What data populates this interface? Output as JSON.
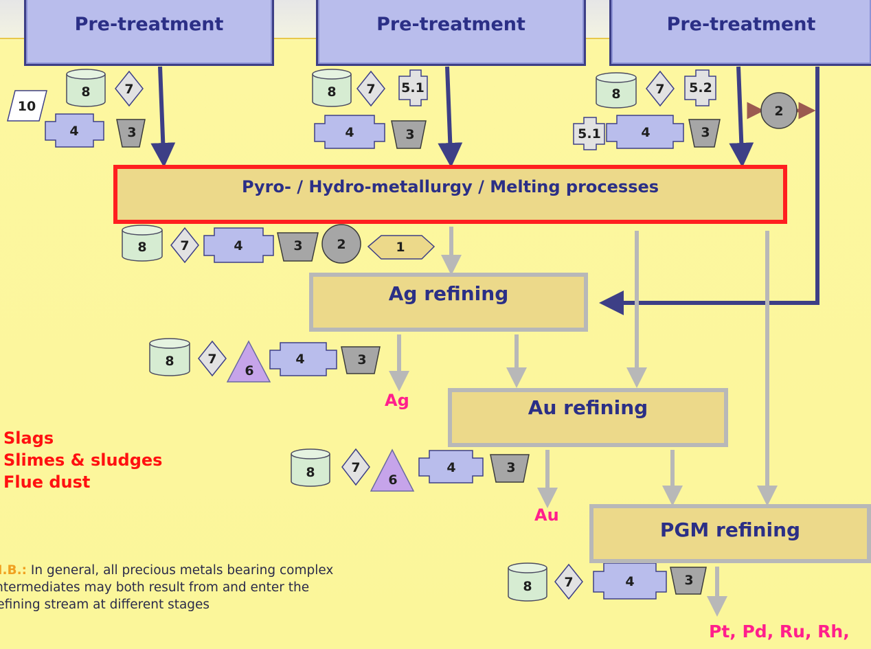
{
  "pretreatment": {
    "left": "Pre-treatment",
    "center": "Pre-treatment",
    "right": "Pre-treatment"
  },
  "processes": {
    "main": "Pyro- / Hydro-metallurgy / Melting processes",
    "ag_refining": "Ag refining",
    "au_refining": "Au refining",
    "pgm_refining": "PGM refining"
  },
  "products": {
    "ag": "Ag",
    "au": "Au",
    "pgm": "Pt, Pd, Ru, Rh,"
  },
  "residues": [
    "Slags",
    "Slimes & sludges",
    "Flue dust"
  ],
  "note": {
    "label": "N.B.:",
    "text": " In general, all precious metals bearing complex intermediates may both result from and enter the refining stream at different stages"
  },
  "symbols": {
    "cylinder": "8",
    "diamond": "7",
    "cross_a": "5.1",
    "cross_b": "5.2",
    "plug": "4",
    "trapezoid": "3",
    "circle": "2",
    "hexagon": "1",
    "triangle": "6",
    "parallelogram": "10"
  },
  "colors": {
    "arrow_blue": "#3d3f86",
    "arrow_grey": "#b8b8b8",
    "arrow_brown": "#9b5a50",
    "main_border": "#ff1f1f",
    "box_fill": "#ecd98a",
    "product_pink": "#ff1f8c",
    "residue_red": "#ff1010"
  }
}
